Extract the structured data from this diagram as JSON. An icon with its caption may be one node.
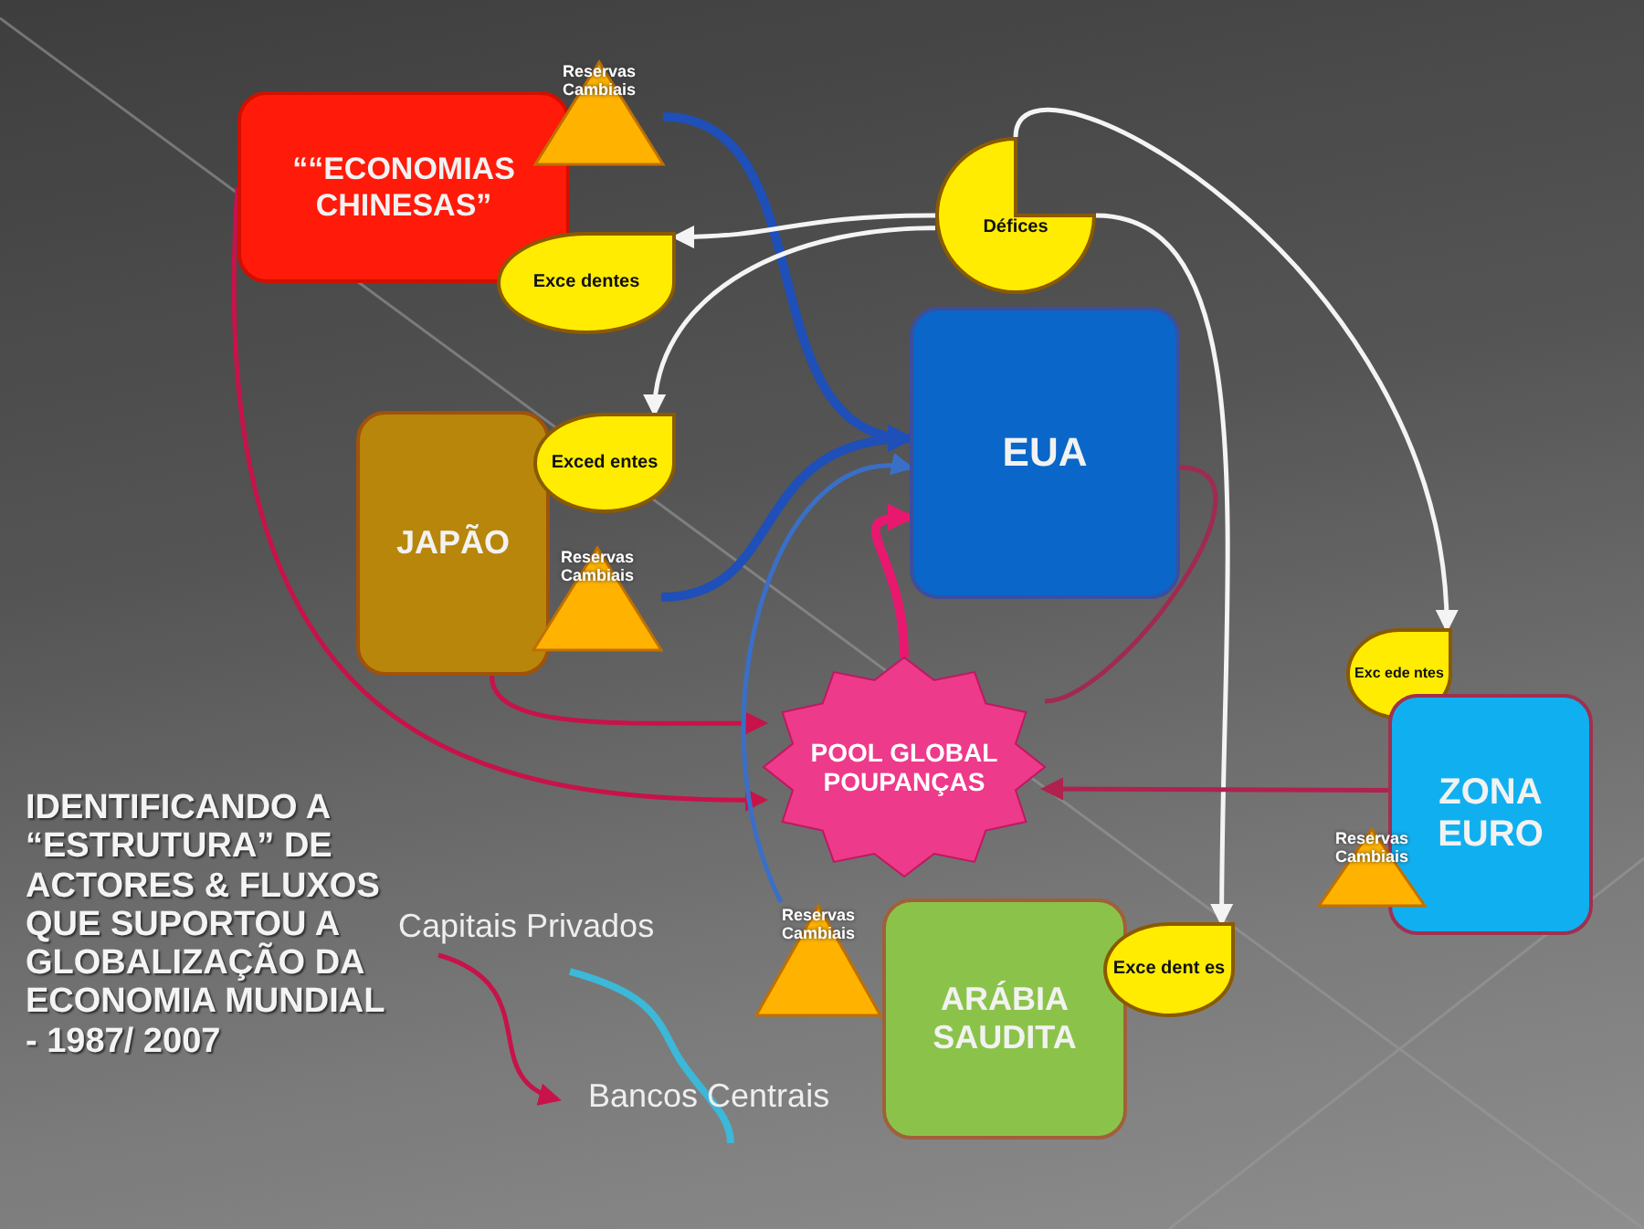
{
  "diagram": {
    "nodes": [
      {
        "text": [
          "““ECONOMIAS CHINESAS”"
        ]
      },
      {
        "text": [
          "Reservas Cambiais"
        ]
      },
      {
        "text": [
          "Exce dentes"
        ]
      },
      {
        "text": [
          "Défices"
        ]
      },
      {
        "text": [
          "EUA"
        ]
      },
      {
        "text": [
          "JAPÃO"
        ]
      },
      {
        "text": [
          "Exced entes"
        ]
      },
      {
        "text": [
          "Reservas Cambiais"
        ]
      },
      {
        "text": [
          "POOL GLOBAL POUPANÇAS"
        ]
      },
      {
        "text": [
          "Exc ede ntes"
        ]
      },
      {
        "text": [
          "ZONA EURO"
        ]
      },
      {
        "text": [
          "Reservas Cambiais"
        ]
      },
      {
        "text": [
          "Reservas Cambiais"
        ]
      },
      {
        "text": [
          "ARÁBIA SAUDITA"
        ]
      },
      {
        "text": [
          "Exce dent es"
        ]
      }
    ],
    "edges": [
      {
        "from": 1,
        "to": 4,
        "arrow": "to",
        "style": "thick",
        "color": "#1f4fb8"
      },
      {
        "from": 7,
        "to": 4,
        "arrow": "to",
        "style": "thick",
        "color": "#1f4fb8"
      },
      {
        "from": 3,
        "to": 2,
        "arrow": "to"
      },
      {
        "from": 3,
        "to": 6,
        "arrow": "to"
      },
      {
        "from": 3,
        "to": 9,
        "arrow": "to"
      },
      {
        "from": 3,
        "to": 14,
        "arrow": "to"
      },
      {
        "from": 0,
        "to": 8,
        "arrow": "to",
        "color": "#c8124a"
      },
      {
        "from": 5,
        "to": 8,
        "arrow": "to",
        "color": "#c8124a"
      },
      {
        "from": 10,
        "to": 8,
        "arrow": "to",
        "color": "#b0214e"
      },
      {
        "from": 8,
        "to": 4,
        "arrow": "to",
        "style": "thick",
        "color": "#e8186f"
      },
      {
        "from": 8,
        "to": 4,
        "arrow": "none",
        "color": "#a02a50"
      },
      {
        "from": 12,
        "to": 4,
        "arrow": "to",
        "color": "#3a6fc8"
      }
    ],
    "labels": [
      "IDENTIFICANDO A “ESTRUTURA” DE ACTORES & FLUXOS QUE SUPORTOU A GLOBALIZAÇÃO DA ECONOMIA MUNDIAL - 1987/ 2007"
    ],
    "legend": [
      {
        "text": "Capitais Privados"
      },
      {
        "text": "Bancos Centrais"
      }
    ]
  }
}
